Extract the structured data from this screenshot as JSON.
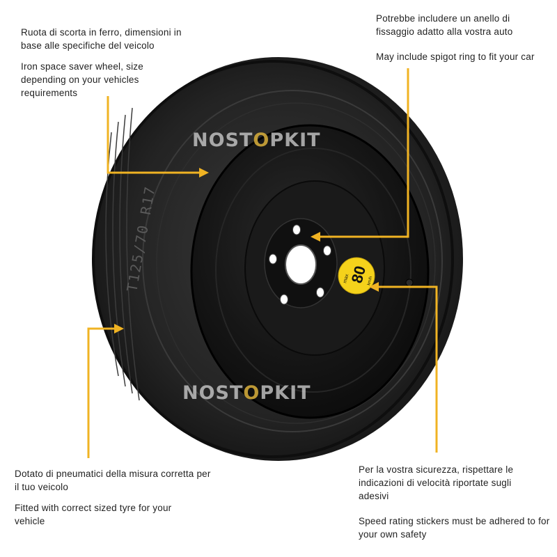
{
  "callouts": {
    "top_left": {
      "it": "Ruota di scorta in ferro, dimensioni in base alle specifiche del veicolo",
      "en": "Iron space saver wheel, size depending on your vehicles requirements"
    },
    "top_right": {
      "it": "Potrebbe includere un anello di fissaggio adatto alla vostra auto",
      "en": "May include spigot ring to fit your car"
    },
    "bottom_left": {
      "it": "Dotato di pneumatici della misura corretta per il tuo veicolo",
      "en": "Fitted with correct sized tyre for your vehicle"
    },
    "bottom_right": {
      "it": "Per la vostra sicurezza, rispettare le indicazioni di velocità riportate sugli adesivi",
      "en": "Speed rating stickers must be adhered to for your own safety"
    }
  },
  "watermark": {
    "part1": "NOST",
    "part2": "O",
    "part3": "PKIT"
  },
  "speed_sticker": {
    "value": "80",
    "max": "max",
    "unit": "km/h"
  },
  "sidewall_text": "T125/70 R17",
  "colors": {
    "accent": "#f0b323",
    "tyre": "#1c1c1c",
    "rim": "#121212"
  }
}
